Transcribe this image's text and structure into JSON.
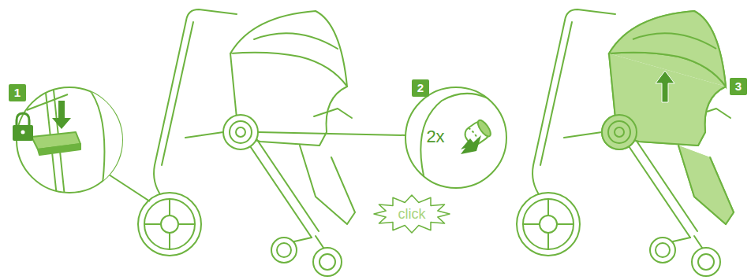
{
  "diagram": {
    "labels": [
      "1",
      "2",
      "2x",
      "click",
      "3"
    ]
  }
}
